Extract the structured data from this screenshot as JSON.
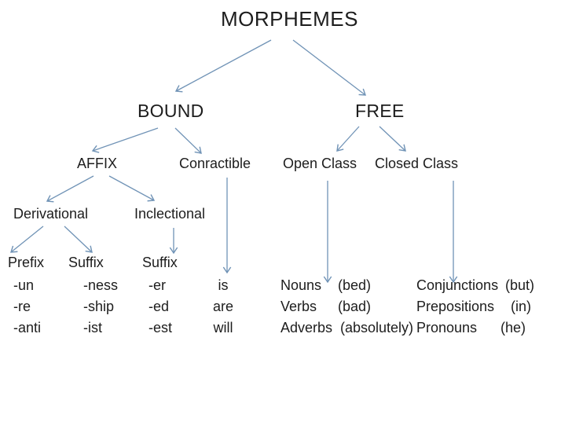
{
  "diagram": {
    "title": "MORPHEMES",
    "colors": {
      "arrow": "#7093b6",
      "text": "#1d1d1d",
      "background": "#ffffff"
    },
    "nodes": {
      "bound": "BOUND",
      "free": "FREE",
      "affix": "AFFIX",
      "conractible": "Conractible",
      "open_class": "Open Class",
      "closed_class": "Closed Class",
      "derivational": "Derivational",
      "inclectional": "Inclectional",
      "prefix": "Prefix",
      "suffix_derivational": "Suffix",
      "suffix_inflectional": "Suffix"
    },
    "examples": {
      "prefix": [
        "-un",
        "-re",
        "-anti"
      ],
      "suffix_derivational": [
        "-ness",
        "-ship",
        "-ist"
      ],
      "suffix_inflectional": [
        "-er",
        "-ed",
        "-est"
      ],
      "conractible": [
        "is",
        "are",
        "will"
      ],
      "open_class": [
        {
          "word": "Nouns",
          "sample": "(bed)"
        },
        {
          "word": "Verbs",
          "sample": "(bad)"
        },
        {
          "word": "Adverbs",
          "sample": "(absolutely)"
        }
      ],
      "closed_class": [
        {
          "word": "Conjunctions",
          "sample": "(but)"
        },
        {
          "word": "Prepositions",
          "sample": "(in)"
        },
        {
          "word": "Pronouns",
          "sample": "(he)"
        }
      ]
    }
  }
}
